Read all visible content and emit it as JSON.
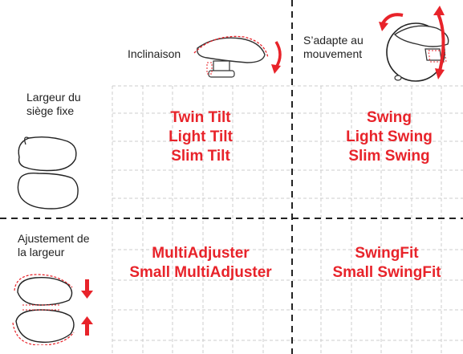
{
  "colors": {
    "accent": "#e8232a",
    "grid": "#cccccc",
    "divider": "#222222",
    "ink": "#333333"
  },
  "axes": {
    "top_left_label": "Inclinaison",
    "top_right_label": "S’adapte au mouvement",
    "top_right_line1": "S’adapte au",
    "top_right_line2": "mouvement",
    "row1_label_line1": "Largeur du",
    "row1_label_line2": "siège fixe",
    "row2_label_line1": "Ajustement de",
    "row2_label_line2": "la largeur"
  },
  "cells": {
    "fixed_tilt": [
      "Twin Tilt",
      "Light Tilt",
      "Slim Tilt"
    ],
    "fixed_swing": [
      "Swing",
      "Light Swing",
      "Slim Swing"
    ],
    "adjust_tilt": [
      "MultiAdjuster",
      "Small MultiAdjuster"
    ],
    "adjust_swing": [
      "SwingFit",
      "Small SwingFit"
    ]
  },
  "icons": {
    "tilt": "saddle-tilt-icon",
    "swing": "saddle-swing-icon",
    "fixed_width": "fixed-width-seat-icon",
    "adjust_width": "adjustable-width-seat-icon"
  }
}
